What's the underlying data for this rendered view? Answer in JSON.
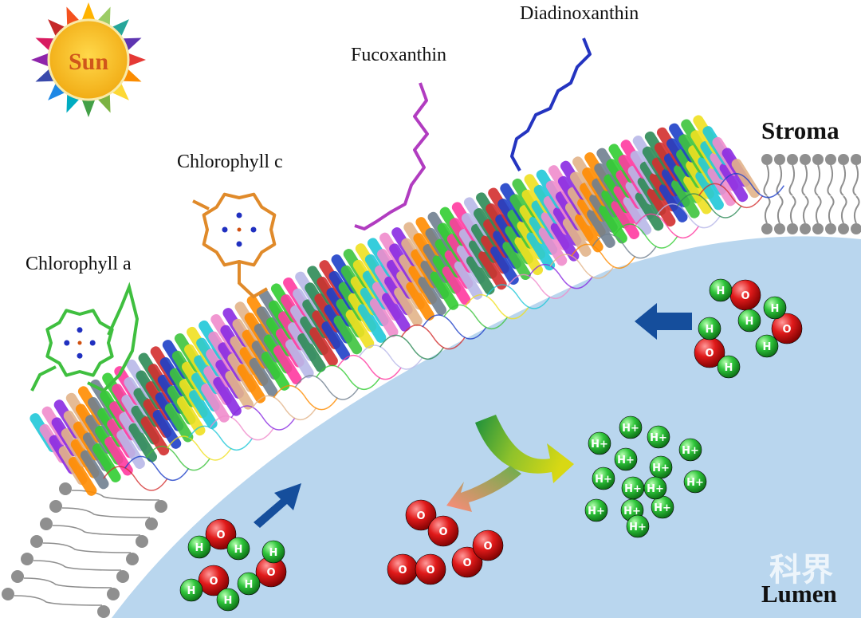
{
  "sun": {
    "label": "Sun"
  },
  "molecules": {
    "chlorophyll_a": "Chlorophyll a",
    "chlorophyll_c": "Chlorophyll c",
    "fucoxanthin": "Fucoxanthin",
    "diadinoxanthin": "Diadinoxanthin"
  },
  "compartments": {
    "stroma": "Stroma",
    "lumen": "Lumen"
  },
  "symbols": {
    "hydrogen": "H",
    "oxygen": "O",
    "proton": "H+"
  },
  "watermark": "科界",
  "colors": {
    "lumen": "#b9d6ee",
    "oxygen": "#cc1010",
    "hydrogen": "#22b52e",
    "arrow": "#154e9c",
    "membrane": "#8f8f8f",
    "chlorophyll_a": "#3fbf3f",
    "chlorophyll_c": "#e08a2a",
    "fucoxanthin": "#b13cc0",
    "diadinoxanthin": "#2434c0",
    "sun_core": "#f6c21c"
  }
}
